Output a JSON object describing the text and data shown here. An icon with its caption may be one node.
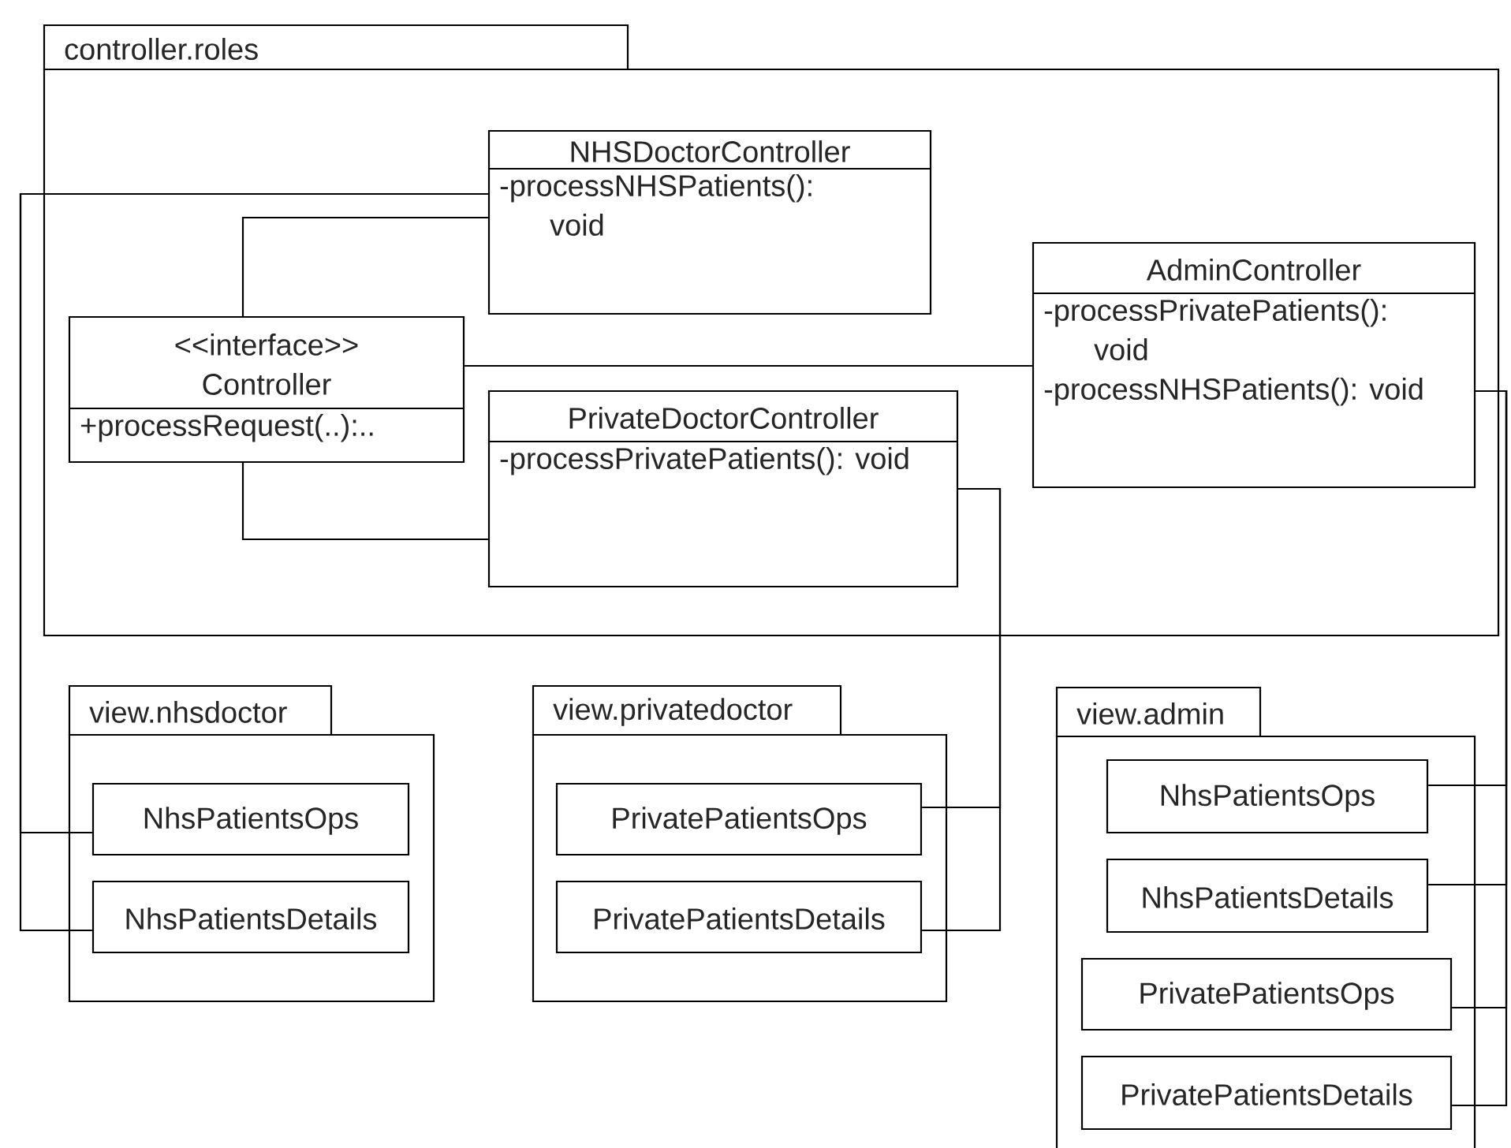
{
  "diagram": {
    "nodes": [
      {
        "text": [
          "controller.roles"
        ]
      },
      {
        "text": [
          "NHSDoctorController",
          "-processNHSPatients(): void"
        ],
        "in": 0
      },
      {
        "text": [
          "<<interface>> Controller",
          "+processRequest(..):.."
        ],
        "in": 0
      },
      {
        "text": [
          "PrivateDoctorController",
          "-processPrivatePatients(): void"
        ],
        "in": 0
      },
      {
        "text": [
          "AdminController",
          "-processPrivatePatients(): void",
          "-processNHSPatients(): void"
        ],
        "in": 0
      },
      {
        "text": [
          "view.nhsdoctor"
        ]
      },
      {
        "text": [
          "NhsPatientsOps"
        ],
        "in": 5
      },
      {
        "text": [
          "NhsPatientsDetails"
        ],
        "in": 5
      },
      {
        "text": [
          "view.privatedoctor"
        ]
      },
      {
        "text": [
          "PrivatePatientsOps"
        ],
        "in": 8
      },
      {
        "text": [
          "PrivatePatientsDetails"
        ],
        "in": 8
      },
      {
        "text": [
          "view.admin"
        ]
      },
      {
        "text": [
          "NhsPatientsOps"
        ],
        "in": 11
      },
      {
        "text": [
          "NhsPatientsDetails"
        ],
        "in": 11
      },
      {
        "text": [
          "PrivatePatientsOps"
        ],
        "in": 11
      },
      {
        "text": [
          "PrivatePatientsDetails"
        ],
        "in": 11
      }
    ],
    "edges": [
      {
        "from": 1,
        "to": 2,
        "arrow": "none"
      },
      {
        "from": 3,
        "to": 2,
        "arrow": "none"
      },
      {
        "from": 4,
        "to": 2,
        "arrow": "none"
      },
      {
        "from": 1,
        "to": 6,
        "arrow": "none"
      },
      {
        "from": 1,
        "to": 7,
        "arrow": "none"
      },
      {
        "from": 3,
        "to": 9,
        "arrow": "none"
      },
      {
        "from": 3,
        "to": 10,
        "arrow": "none"
      },
      {
        "from": 4,
        "to": 12,
        "arrow": "none"
      },
      {
        "from": 4,
        "to": 13,
        "arrow": "none"
      },
      {
        "from": 4,
        "to": 14,
        "arrow": "none"
      },
      {
        "from": 4,
        "to": 15,
        "arrow": "none"
      }
    ]
  }
}
